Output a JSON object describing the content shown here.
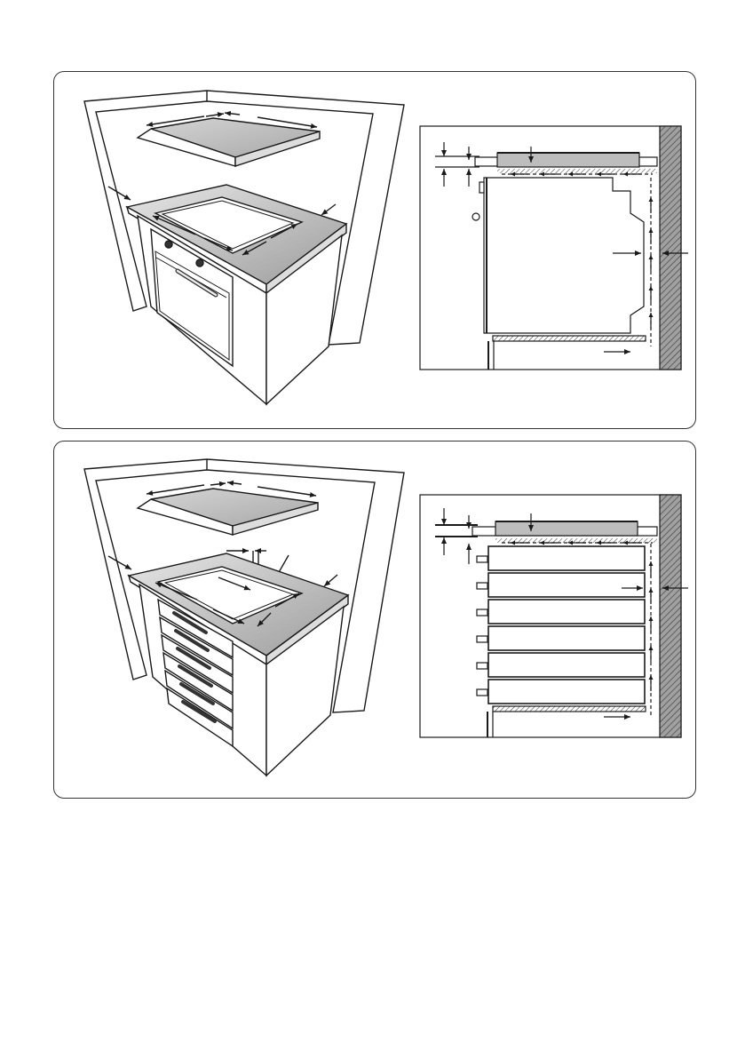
{
  "figures": [
    {
      "id": "oven-installation",
      "variant": "built-in-oven"
    },
    {
      "id": "drawer-installation",
      "variant": "drawer-unit"
    }
  ],
  "colors": {
    "line": "#1a1a1a",
    "countertop": "#c8c8c8",
    "hob_glass": "#b8b8b8",
    "wall_hatch": "#8a8a8a",
    "background": "#ffffff"
  },
  "icons": {
    "arrow": "arrow-icon",
    "hatch": "hatch-pattern"
  },
  "drawer_unit": {
    "drawer_count": 6
  },
  "airflow": {
    "direction_marks": "dashed-arrows"
  }
}
